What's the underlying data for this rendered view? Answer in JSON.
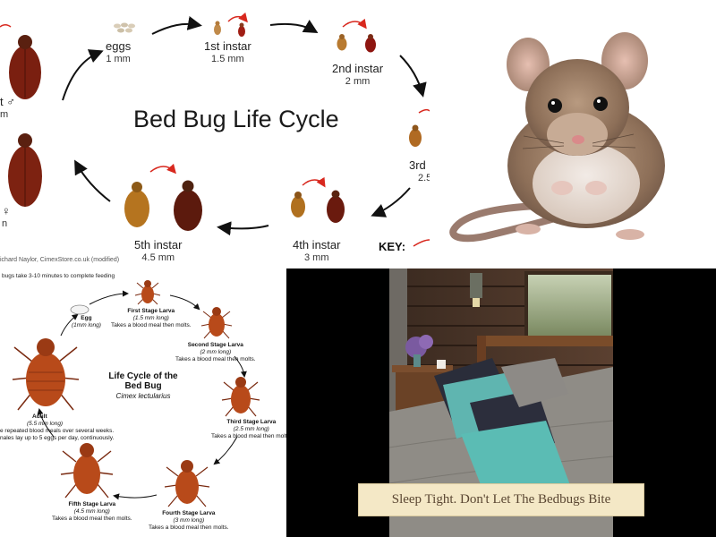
{
  "panel1": {
    "title": "Bed Bug Life Cycle",
    "stages": [
      {
        "name": "eggs",
        "size": "1 mm"
      },
      {
        "name": "1st instar",
        "size": "1.5 mm"
      },
      {
        "name": "2nd instar",
        "size": "2 mm"
      },
      {
        "name": "3rd",
        "size": "2.5"
      },
      {
        "name": "4th instar",
        "size": "3 mm"
      },
      {
        "name": "5th instar",
        "size": "4.5 mm"
      }
    ],
    "adult_male_mark": "t ♂",
    "adult_male_size": "m",
    "adult_female_mark": "♀",
    "adult_female_size": "n",
    "key_label": "KEY:",
    "credit": "ichard Naylor, CimexStore.co.uk (modified)"
  },
  "panel3": {
    "note": "bugs take 3-10 minutes to complete feeding",
    "title": "Life Cycle of the Bed Bug",
    "subtitle": "Cimex lectularius",
    "egg": {
      "name": "Egg",
      "size": "(1mm long)"
    },
    "stages": [
      {
        "name": "First Stage Larva",
        "size": "(1.5 mm long)",
        "desc": "Takes a blood meal then molts."
      },
      {
        "name": "Second Stage Larva",
        "size": "(2 mm long)",
        "desc": "Takes a blood meal then molts."
      },
      {
        "name": "Third Stage Larva",
        "size": "(2.5 mm long)",
        "desc": "Takes a blood meal then molts."
      },
      {
        "name": "Fourth Stage Larva",
        "size": "(3 mm long)",
        "desc": "Takes a blood meal then molts."
      },
      {
        "name": "Fifth Stage Larva",
        "size": "(4.5 mm long)",
        "desc": "Takes a blood meal then molts."
      }
    ],
    "adult": {
      "name": "Adult",
      "size": "(5.5 mm long)",
      "desc1": "e repeated blood meals over several weeks.",
      "desc2": "nales lay up to 5 eggs per day, continuously."
    }
  },
  "panel4": {
    "caption": "Sleep Tight.  Don't Let The Bedbugs Bite"
  },
  "colors": {
    "bug_dark": "#6e1a0c",
    "bug_light": "#b8661f",
    "larva_orange": "#b84a1a",
    "arrow_red": "#d8281e",
    "caption_bg": "#f4e8c6"
  }
}
